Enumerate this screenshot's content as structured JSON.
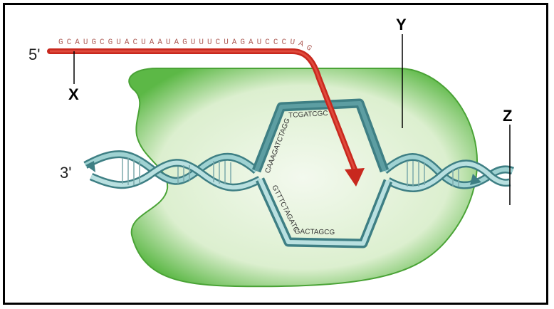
{
  "labels": {
    "x": "X",
    "y": "Y",
    "z": "Z",
    "five_prime": "5'",
    "three_prime": "3'"
  },
  "rna_sequence": "GCAUGCGUACUAAUAGUUUCUAGAUCCCUAG",
  "template_strand_bubble": {
    "top": "CAAAGATCTAGGTCGATCGC",
    "bottom": "GTTTCTAGATCGACTAGCG"
  },
  "colors": {
    "polymerase": "#5cb846",
    "polymerase_inner": "#eef7e6",
    "rna": "#c8281e",
    "dna_dark": "#3e7f84",
    "dna_light": "#a7d6d6"
  }
}
